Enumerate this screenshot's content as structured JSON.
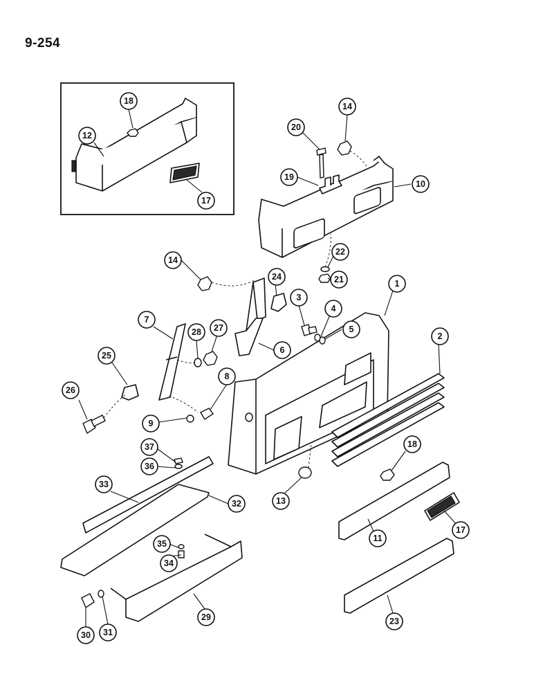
{
  "page_number": "9-254",
  "callouts": [
    "1",
    "2",
    "3",
    "4",
    "5",
    "6",
    "7",
    "8",
    "9",
    "10",
    "11",
    "12",
    "13",
    "14",
    "17",
    "18",
    "19",
    "20",
    "21",
    "22",
    "23",
    "24",
    "25",
    "26",
    "27",
    "28",
    "29",
    "30",
    "31",
    "32",
    "33",
    "34",
    "35",
    "36",
    "37"
  ]
}
